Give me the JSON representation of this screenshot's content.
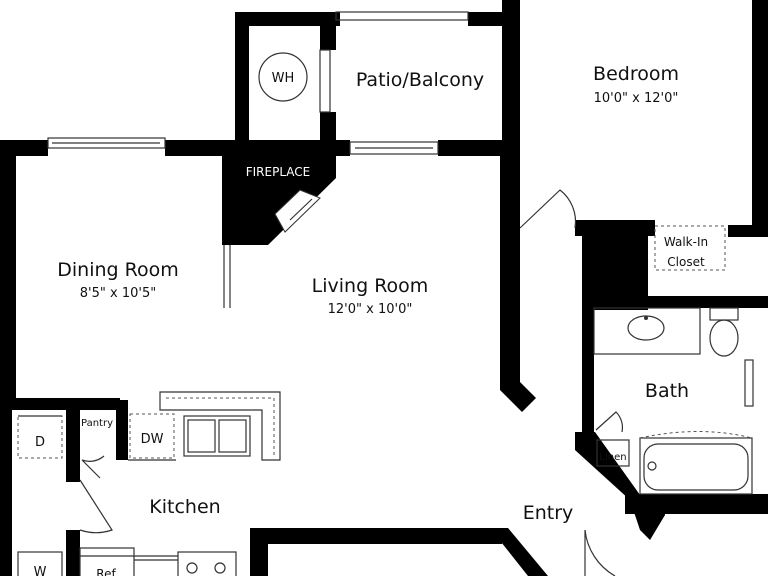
{
  "rooms": {
    "patio": {
      "name": "Patio/Balcony"
    },
    "bedroom": {
      "name": "Bedroom",
      "size": "10'0\" x 12'0\""
    },
    "dining": {
      "name": "Dining Room",
      "size": "8'5\" x 10'5\""
    },
    "living": {
      "name": "Living Room",
      "size": "12'0\" x 10'0\""
    },
    "walkin": {
      "line1": "Walk-In",
      "line2": "Closet"
    },
    "bath": {
      "name": "Bath"
    },
    "kitchen": {
      "name": "Kitchen"
    },
    "entry": {
      "name": "Entry"
    }
  },
  "fixtures": {
    "water_heater": "WH",
    "fireplace": "FIREPLACE",
    "pantry": "Pantry",
    "dishwasher": "DW",
    "dryer": "D",
    "washer": "W",
    "linen": "Linen",
    "refrigerator": "Ref"
  },
  "colors": {
    "wall": "#000000",
    "background": "#ffffff",
    "fixture_line": "#333333"
  }
}
